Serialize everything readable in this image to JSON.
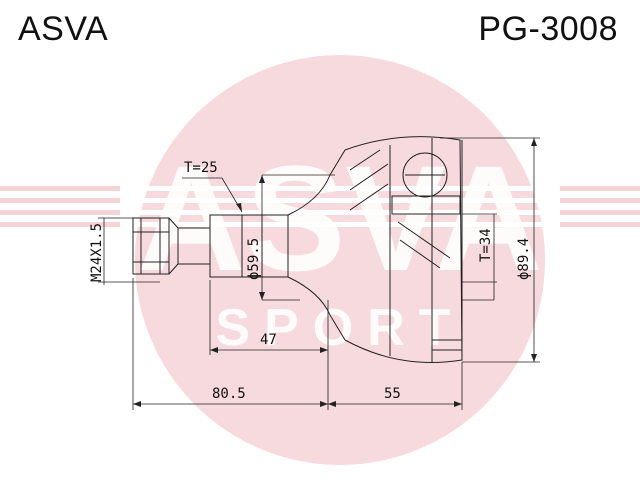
{
  "header": {
    "brand": "ASVA",
    "part_number": "PG-3008"
  },
  "watermark": {
    "logo_text": "ASVA",
    "sub_text": "SPORT",
    "color": "#f6d3d7"
  },
  "dimensions": {
    "thread": "M24X1.5",
    "seal_width": "T=25",
    "shaft_diameter": "ϕ59.5",
    "spline_length": "47",
    "total_length": "80.5",
    "housing_length": "55",
    "inner_thickness": "T=34",
    "outer_diameter": "ϕ89.4"
  },
  "colors": {
    "line": "#222222",
    "watermark": "#f6d3d7"
  }
}
